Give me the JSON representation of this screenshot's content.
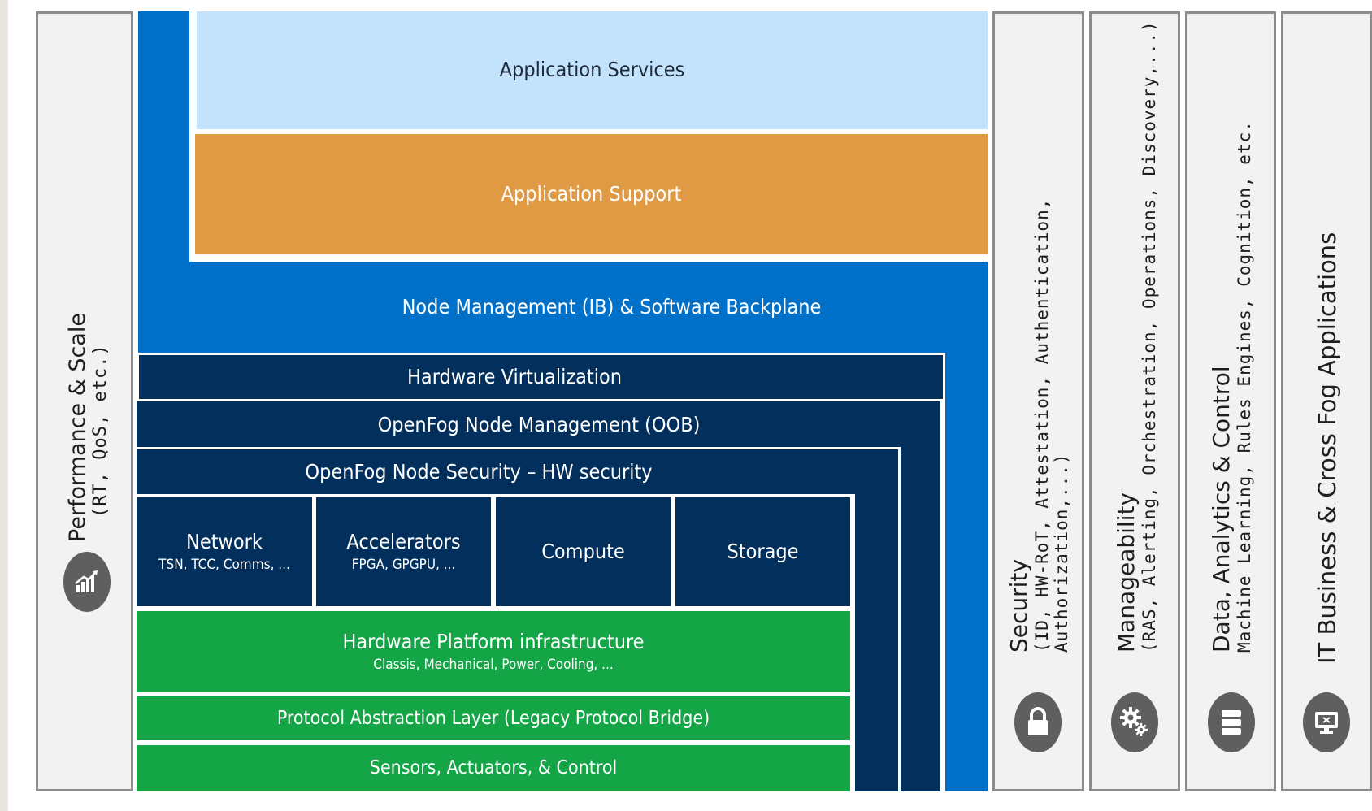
{
  "diagram": {
    "layers": {
      "application_services": "Application Services",
      "application_support": "Application Support",
      "node_management": "Node Management (IB) & Software Backplane",
      "hardware_virtualization": "Hardware Virtualization",
      "openfog_node_management": "OpenFog Node Management (OOB)",
      "openfog_node_security": "OpenFog Node Security – HW security",
      "hardware_platform": {
        "title": "Hardware Platform infrastructure",
        "subtitle": "Classis, Mechanical, Power, Cooling, ..."
      },
      "protocol_abstraction": "Protocol Abstraction Layer (Legacy Protocol Bridge)",
      "sensors": "Sensors, Actuators, & Control"
    },
    "hardware_blocks": [
      {
        "title": "Network",
        "subtitle": "TSN, TCC, Comms, ..."
      },
      {
        "title": "Accelerators",
        "subtitle": "FPGA, GPGPU, ..."
      },
      {
        "title": "Compute",
        "subtitle": ""
      },
      {
        "title": "Storage",
        "subtitle": ""
      }
    ],
    "left_column": {
      "line1": "Performance & Scale",
      "line2": "(RT, QoS, etc.)",
      "icon": "chart-growth-icon"
    },
    "right_columns": [
      {
        "line1": "Security",
        "line2": "(ID, HW-RoT, Attestation, Authentication,",
        "line3": "Authorization,...)",
        "icon": "lock-icon"
      },
      {
        "line1": "Manageability",
        "line2": "(RAS, Alerting, Orchestration, Operations, Discovery,...)",
        "icon": "gears-icon"
      },
      {
        "line1": "Data, Analytics & Control",
        "line2": "Machine Learning, Rules Engines, Cognition, etc.",
        "icon": "database-icon"
      },
      {
        "line1": "IT Business & Cross Fog Applications",
        "icon": "monitor-icon"
      }
    ],
    "colors": {
      "light_blue": "#c2e3fb",
      "orange": "#df9a43",
      "blue": "#0070c8",
      "navy": "#032f5c",
      "green": "#14a547",
      "icon_gray": "#5f5f5f"
    }
  }
}
